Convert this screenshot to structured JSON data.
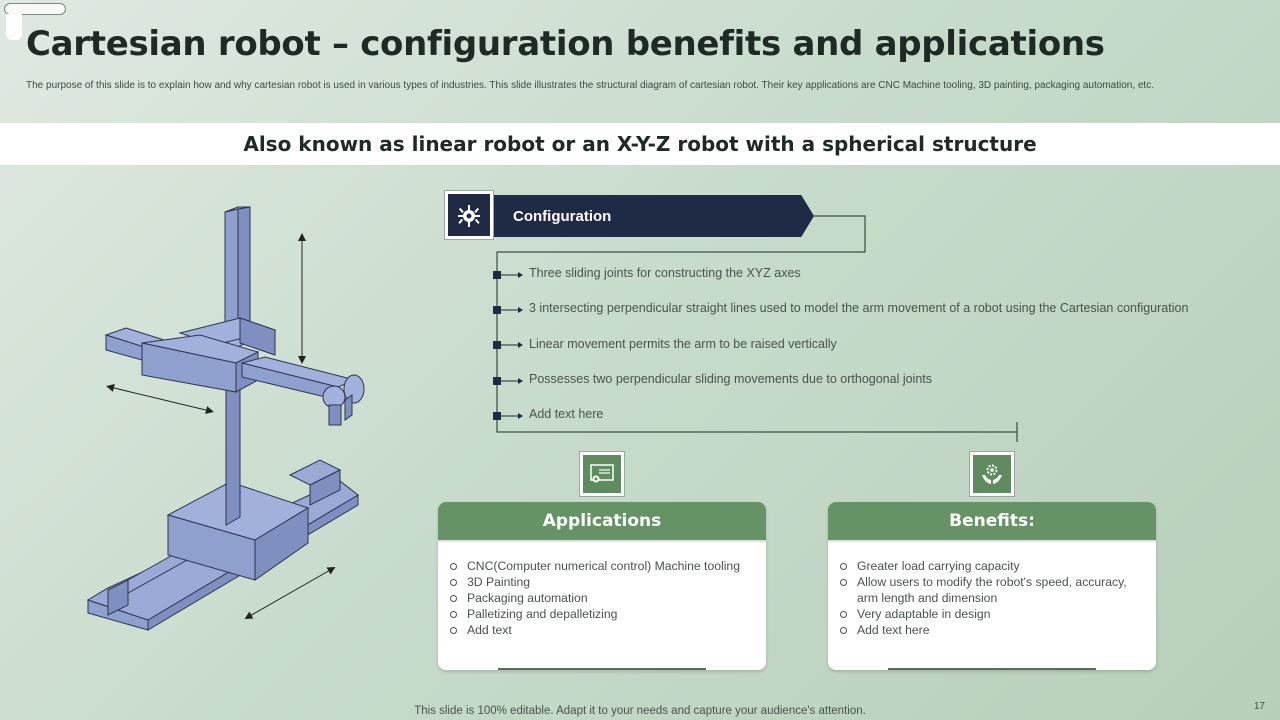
{
  "slide": {
    "title": "Cartesian robot – configuration benefits and applications",
    "subtitle": "The purpose of this slide is to explain how and why cartesian robot is used in various types of industries. This slide illustrates the structural diagram of cartesian robot. Their key applications are CNC Machine tooling, 3D painting, packaging automation, etc.",
    "banner": "Also known as linear robot or an X-Y-Z robot with a spherical structure",
    "footer": "This slide is 100% editable. Adapt it to your needs and capture your audience's attention.",
    "page_number": "17"
  },
  "configuration": {
    "icon": "bug-gear-icon",
    "title": "Configuration",
    "items": [
      "Three sliding joints for constructing the XYZ axes",
      "3 intersecting perpendicular straight lines used to model the arm movement of a robot using the Cartesian configuration",
      "Linear movement permits the arm to be raised vertically",
      "Possesses two perpendicular sliding movements due to orthogonal joints",
      "Add text here"
    ]
  },
  "applications": {
    "icon": "certificate-icon",
    "title": "Applications",
    "items": [
      "CNC(Computer numerical control) Machine tooling",
      "3D Painting",
      "Packaging automation",
      "Palletizing and depalletizing",
      "Add text"
    ]
  },
  "benefits": {
    "icon": "hands-gear-icon",
    "title": "Benefits:",
    "items": [
      "Greater load carrying capacity",
      "Allow users to modify the robot's speed, accuracy, arm length and dimension",
      "Very adaptable in design",
      "Add text here"
    ]
  },
  "colors": {
    "navy": "#1f2a44",
    "green": "#669366",
    "robot_fill": "#8f9fce",
    "robot_stroke": "#2c3550"
  }
}
